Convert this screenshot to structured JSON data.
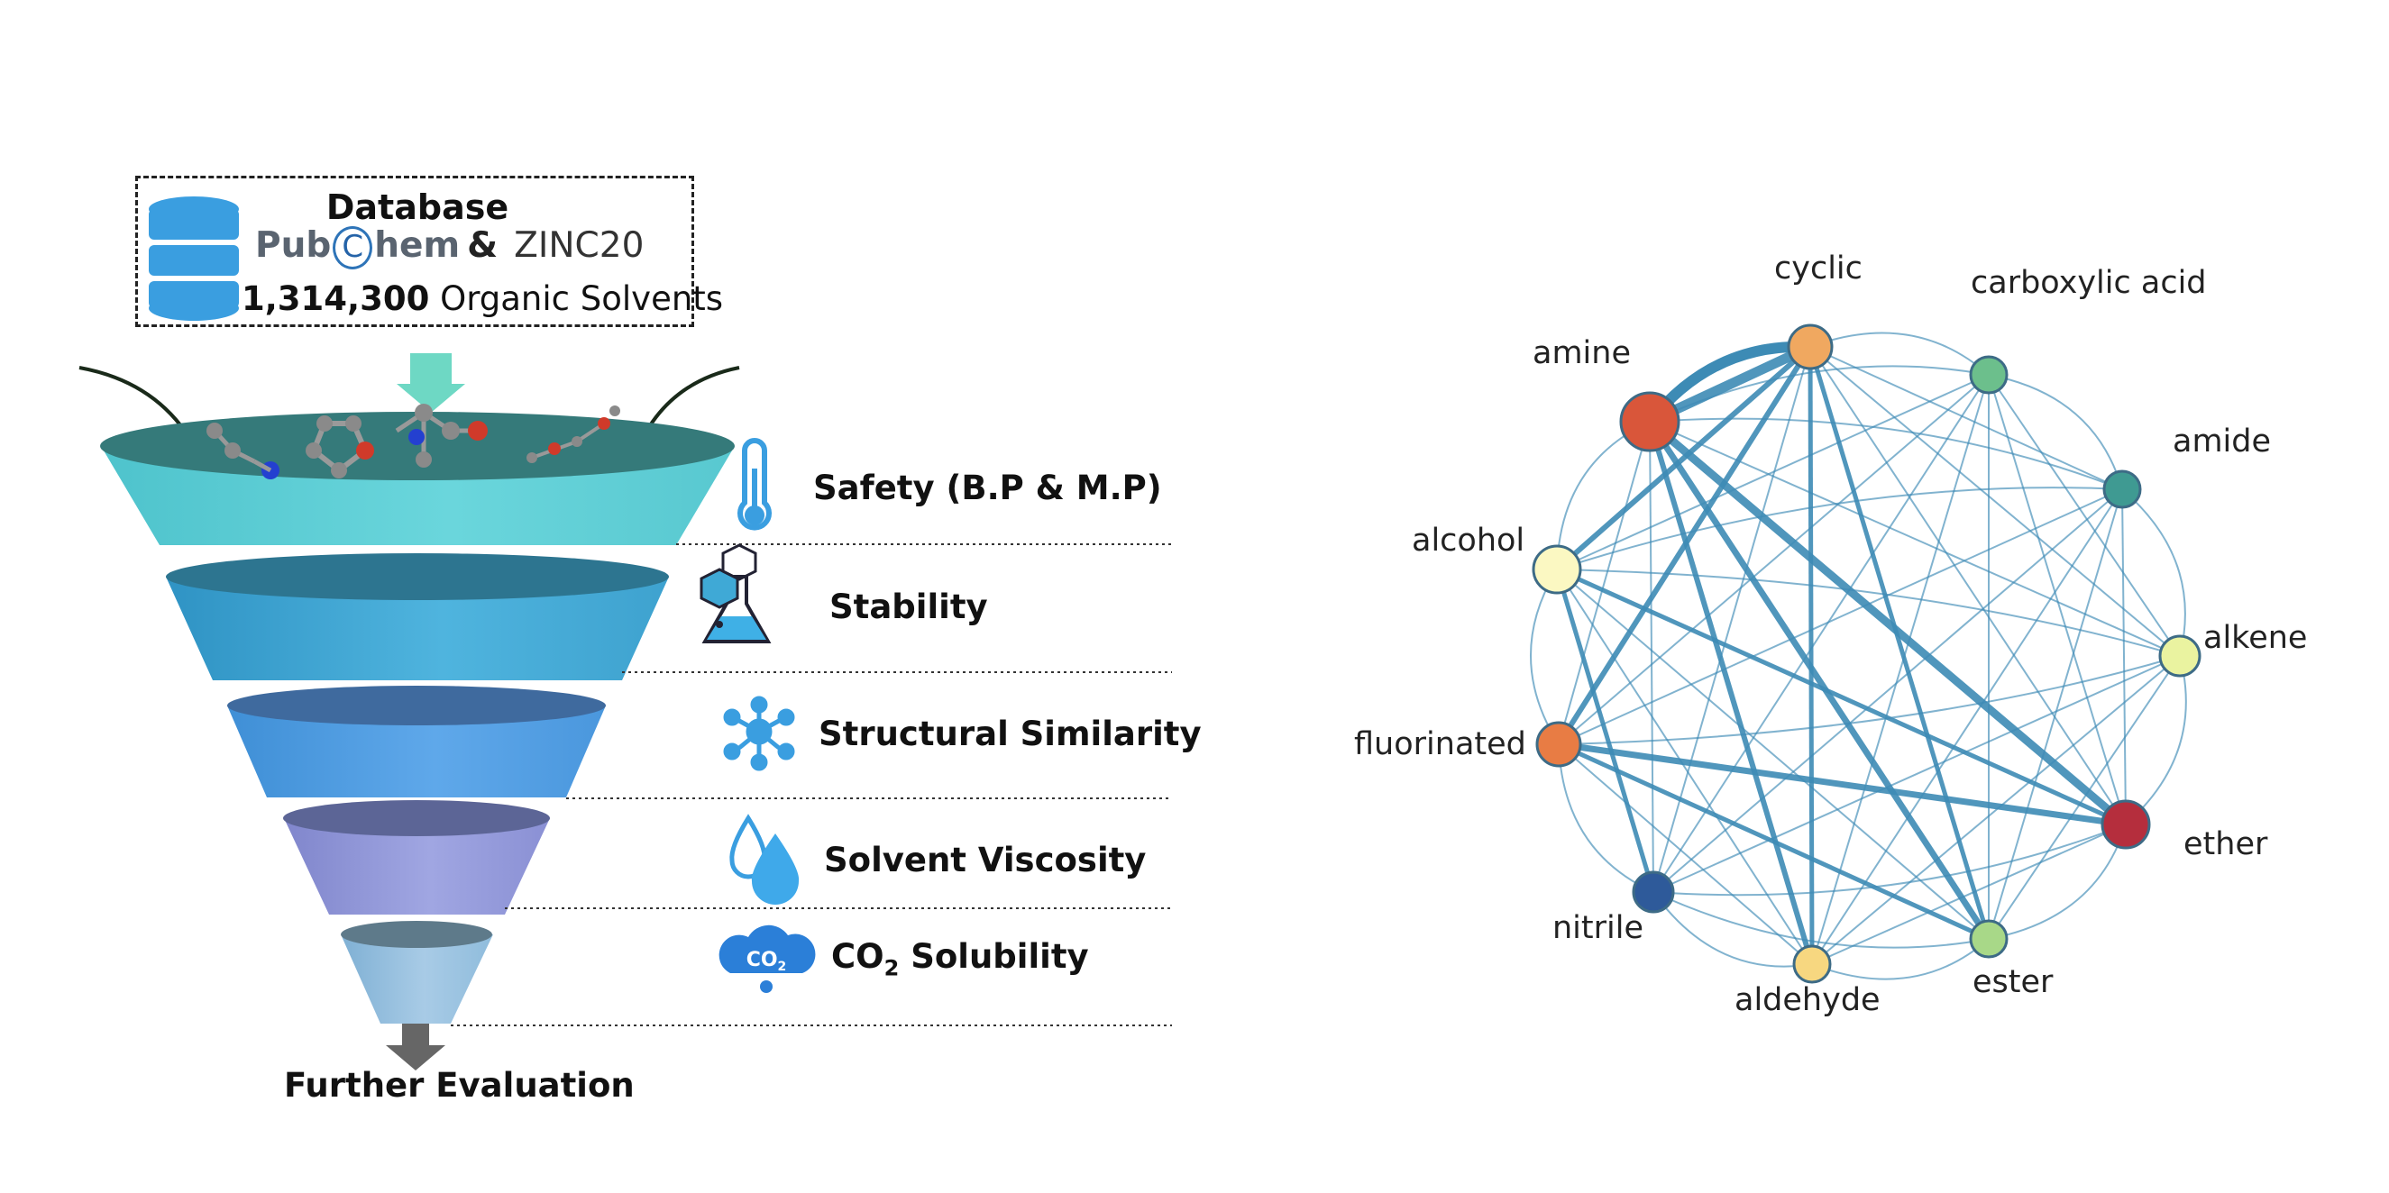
{
  "database": {
    "title": "Database",
    "brand1_pre": "Pub",
    "brand1_mid": "C",
    "brand1_post": "hem",
    "amp": "&",
    "brand2": "ZINC20",
    "count": "1,314,300",
    "count_suffix": " Organic Solvents"
  },
  "funnel": {
    "stages": [
      {
        "label": "Safety (B.P & M.P)",
        "icon": "thermometer-icon",
        "color": "#5ecfd6"
      },
      {
        "label": "Stability",
        "icon": "flask-icon",
        "color": "#3fa9d6"
      },
      {
        "label": "Structural Similarity",
        "icon": "network-node-icon",
        "color": "#4f9fe0"
      },
      {
        "label": "Solvent Viscosity",
        "icon": "droplets-icon",
        "color": "#8f96d8"
      },
      {
        "label_main": "CO",
        "label_sub": "2",
        "label_rest": " Solubility",
        "icon": "co2-cloud-icon",
        "color": "#8fb8d8"
      }
    ],
    "output": "Further Evaluation"
  },
  "network": {
    "nodes": [
      {
        "name": "cyclic",
        "color": "#f0a860"
      },
      {
        "name": "carboxylic acid",
        "color": "#6cbf8c"
      },
      {
        "name": "amine",
        "color": "#d9563a"
      },
      {
        "name": "amide",
        "color": "#3f9a92"
      },
      {
        "name": "alcohol",
        "color": "#fbf8c2"
      },
      {
        "name": "alkene",
        "color": "#eaf3a0"
      },
      {
        "name": "fluorinated",
        "color": "#e87c44"
      },
      {
        "name": "ether",
        "color": "#b52e3d"
      },
      {
        "name": "nitrile",
        "color": "#2e5a9a"
      },
      {
        "name": "ester",
        "color": "#a8d888"
      },
      {
        "name": "aldehyde",
        "color": "#f7d780"
      }
    ],
    "edge_color": "#3d8bb5"
  }
}
